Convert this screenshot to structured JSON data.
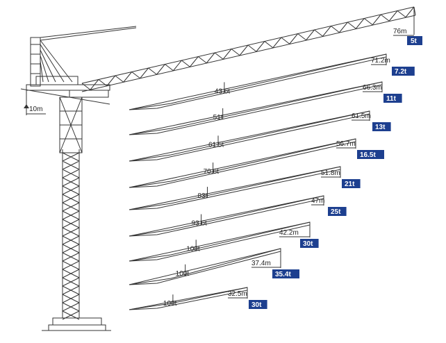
{
  "colors": {
    "line": "#333333",
    "badge": "#1d3f8f",
    "badge_text": "#ffffff"
  },
  "tower": {
    "scale_label": "10m"
  },
  "booms": [
    {
      "center_load": "",
      "radius": "76m",
      "tip_load": "5t"
    },
    {
      "center_load": "43.6t",
      "radius": "71.2m",
      "tip_load": "7.2t"
    },
    {
      "center_load": "51t",
      "radius": "66.3m",
      "tip_load": "11t"
    },
    {
      "center_load": "61.5t",
      "radius": "61.5m",
      "tip_load": "13t"
    },
    {
      "center_load": "70.6t",
      "radius": "56.7m",
      "tip_load": "16.5t"
    },
    {
      "center_load": "83t",
      "radius": "51.8m",
      "tip_load": "21t"
    },
    {
      "center_load": "93.6t",
      "radius": "47m",
      "tip_load": "25t"
    },
    {
      "center_load": "100t",
      "radius": "42.2m",
      "tip_load": "30t"
    },
    {
      "center_load": "100t",
      "radius": "37.4m",
      "tip_load": "35.4t"
    },
    {
      "center_load": "100t",
      "radius": "32.5m",
      "tip_load": "30t"
    }
  ]
}
